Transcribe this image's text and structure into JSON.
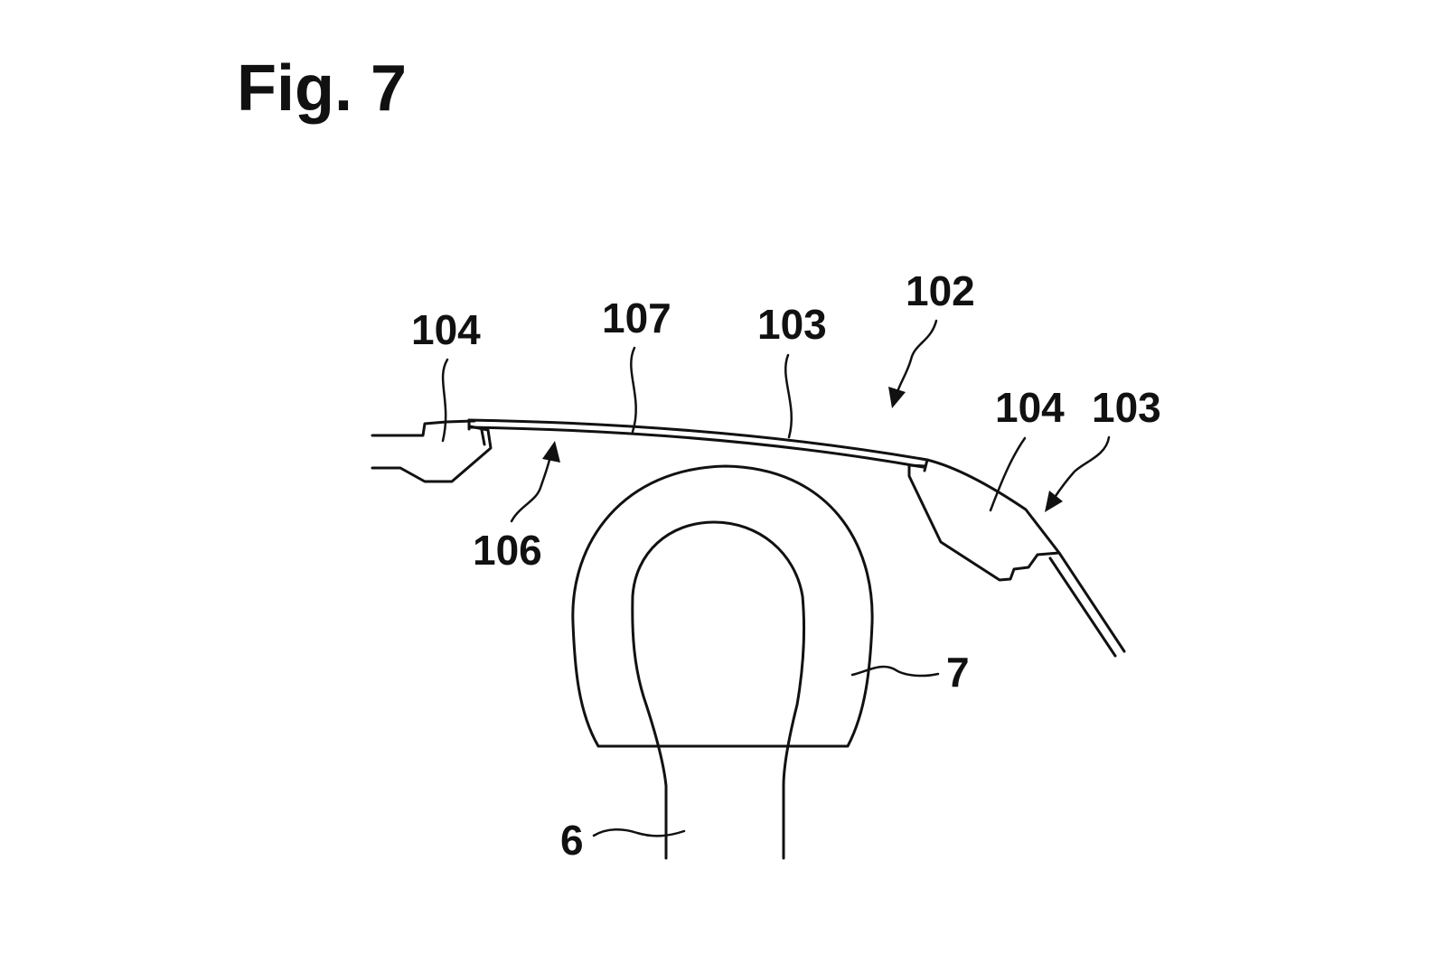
{
  "figure": {
    "title": "Fig. 7",
    "labels": {
      "l104_left": "104",
      "l107": "107",
      "l103_mid": "103",
      "l102": "102",
      "l104_right": "104",
      "l103_right": "103",
      "l106": "106",
      "l7": "7",
      "l6": "6"
    }
  }
}
